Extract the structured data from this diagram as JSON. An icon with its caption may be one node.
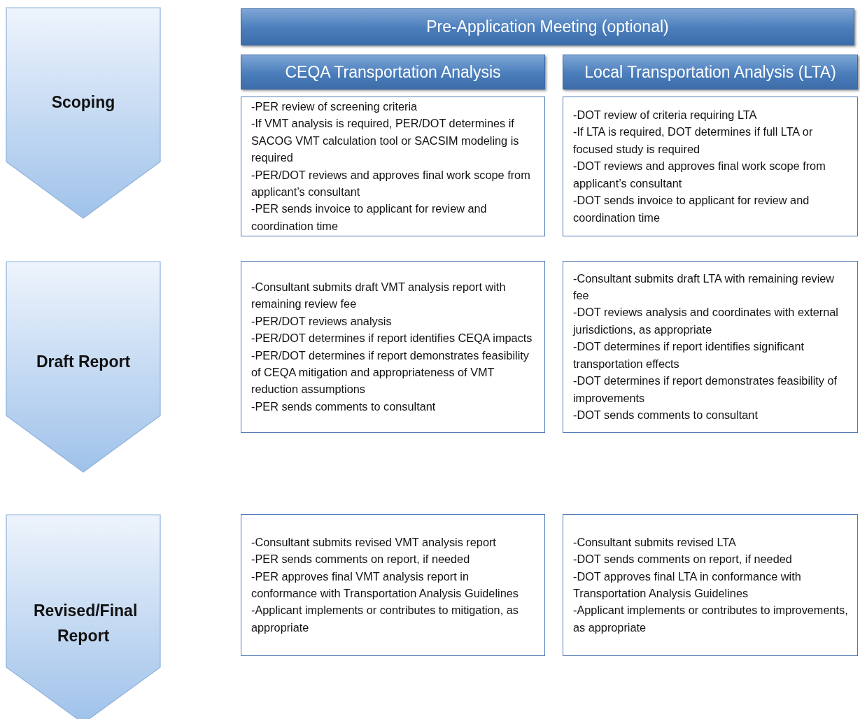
{
  "diagram": {
    "nodes": [
      {
        "text": [
          "Scoping"
        ]
      },
      {
        "text": [
          "Draft Report"
        ]
      },
      {
        "text": [
          "Revised/Final Report"
        ]
      },
      {
        "text": [
          "Pre-Application Meeting (optional)"
        ]
      },
      {
        "text": [
          "CEQA Transportation Analysis"
        ]
      },
      {
        "text": [
          "Local Transportation Analysis (LTA)"
        ]
      },
      {
        "text": [
          "-PER review of screening criteria",
          "-If VMT analysis is required, PER/DOT determines if SACOG VMT calculation tool or SACSIM modeling is required",
          "-PER/DOT reviews and approves final work scope from applicant’s consultant",
          "-PER sends invoice to applicant for review and coordination time"
        ]
      },
      {
        "text": [
          "-DOT review of criteria requiring LTA",
          "-If LTA is required, DOT determines if full LTA or focused study is required",
          "-DOT reviews and approves final work scope from applicant’s consultant",
          "-DOT sends invoice to applicant for review and coordination time"
        ]
      },
      {
        "text": [
          "-Consultant submits draft VMT analysis report with remaining review fee",
          "-PER/DOT reviews analysis",
          "-PER/DOT determines if report identifies CEQA impacts",
          "-PER/DOT determines if report demonstrates feasibility of CEQA mitigation and appropriateness of VMT reduction assumptions",
          "-PER sends comments to consultant"
        ]
      },
      {
        "text": [
          "-Consultant submits draft LTA with remaining review fee",
          "-DOT reviews analysis and coordinates with external jurisdictions, as appropriate",
          "-DOT determines if report identifies significant transportation effects",
          "-DOT determines if report demonstrates feasibility of improvements",
          "-DOT sends comments to consultant"
        ]
      },
      {
        "text": [
          "-Consultant submits revised VMT analysis report",
          "-PER sends comments on report, if needed",
          "-PER approves final VMT analysis report in conformance with Transportation Analysis Guidelines",
          "-Applicant implements or contributes to mitigation, as appropriate"
        ]
      },
      {
        "text": [
          "-Consultant submits revised LTA",
          "-DOT sends comments on report, if needed",
          "-DOT approves final LTA in conformance with Transportation Analysis Guidelines",
          "-Applicant implements or contributes to improvements, as appropriate"
        ]
      }
    ]
  }
}
